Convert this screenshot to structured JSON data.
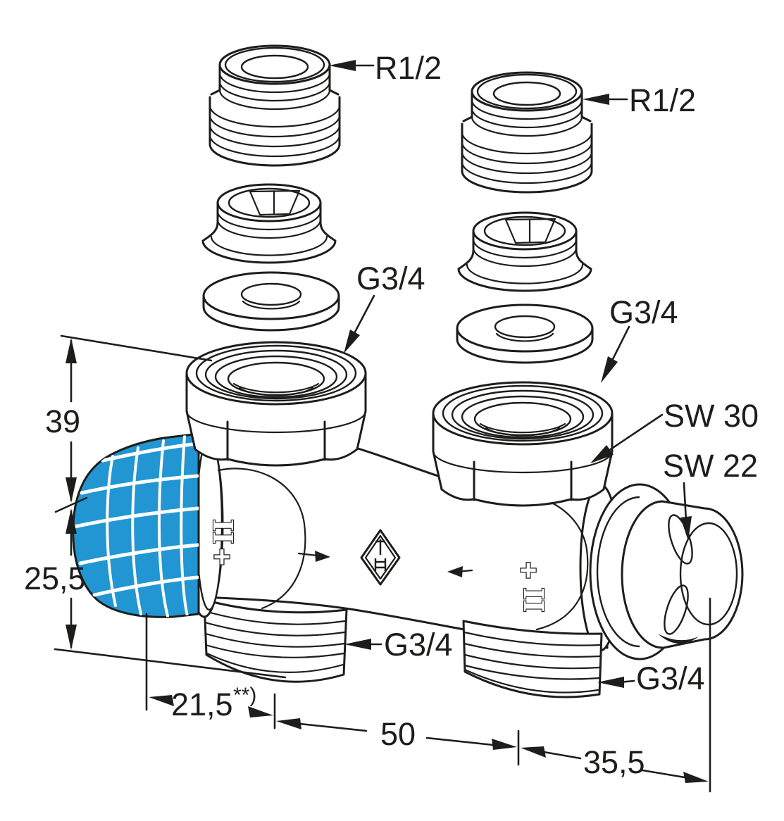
{
  "diagram": {
    "description": "Exploded isometric line drawing of a two-pipe radiator valve block with handwheel, tailpiece adapters, inserts, washers and union nuts",
    "background_color": "#ffffff",
    "line_color": "#1d1d1b",
    "handwheel_color": "#2196d3"
  },
  "labels": {
    "thread_top_left": "R1/2",
    "thread_top_right": "R1/2",
    "union_nut_left": "G3/4",
    "union_nut_right": "G3/4",
    "wrench_nut": "SW 30",
    "wrench_cap": "SW 22",
    "tail_thread_left": "G3/4",
    "tail_thread_right": "G3/4"
  },
  "dimensions": {
    "height_upper": "39",
    "height_lower": "25,5",
    "offset_left": "21,5",
    "offset_left_note": "**)",
    "spacing_center": "50",
    "offset_right": "35,5"
  },
  "markings": {
    "left_preset_numeral": "II",
    "left_preset_plus": "+",
    "right_preset_plus": "+",
    "right_preset_numeral": "II"
  }
}
